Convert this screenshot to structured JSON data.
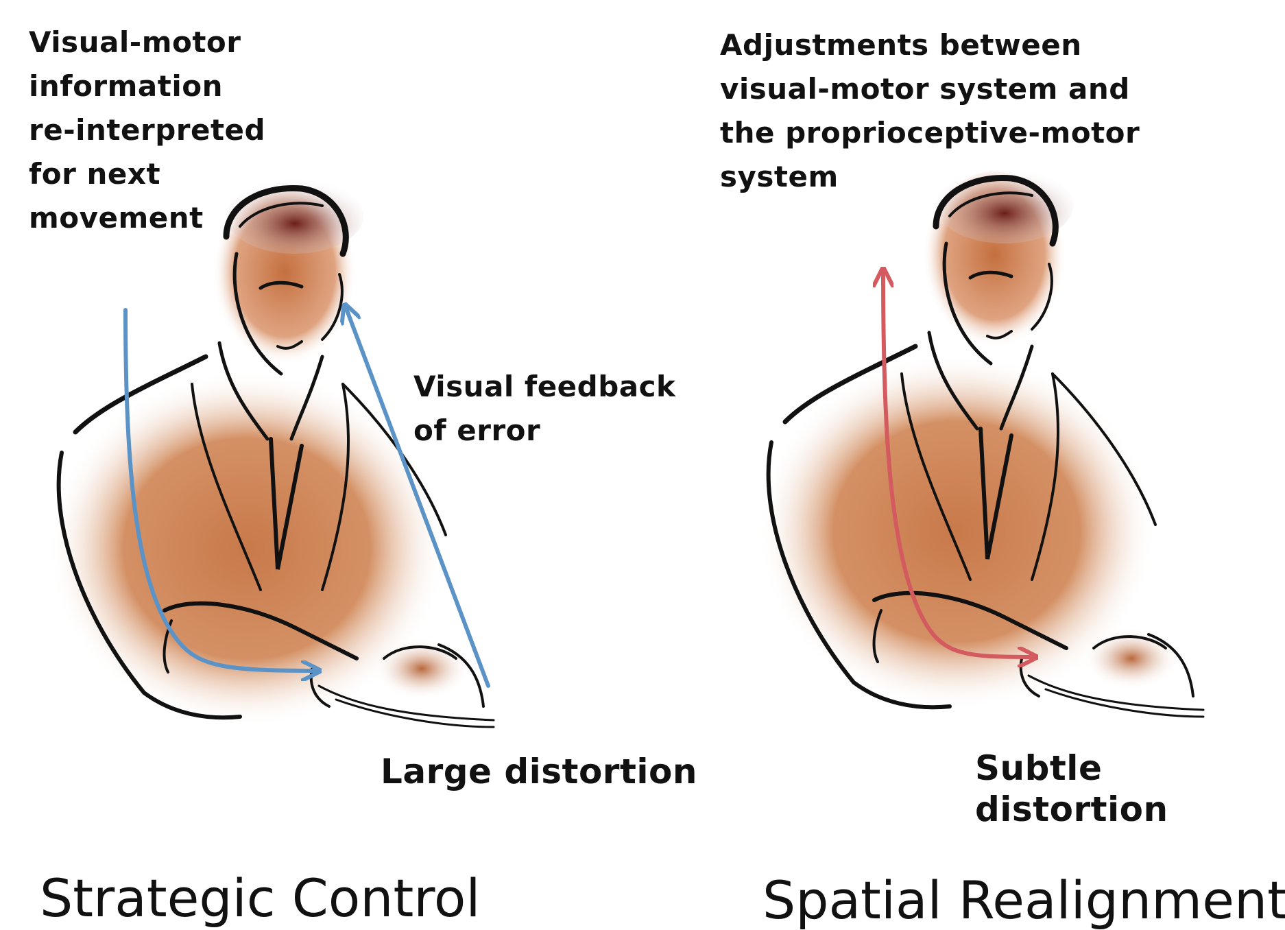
{
  "left_panel": {
    "annotation_top": "Visual-motor\ninformation\nre-interpreted\nfor next\nmovement",
    "annotation_side": "Visual feedback\nof error",
    "distortion_label": "Large distortion",
    "heading": "Strategic Control",
    "arrow_color": "#5b93c7"
  },
  "right_panel": {
    "annotation_top": "Adjustments between\nvisual-motor system and\nthe proprioceptive-motor\nsystem",
    "distortion_label": "Subtle distortion",
    "heading": "Spatial Realignment",
    "arrow_color": "#d35a5f"
  },
  "illustration": {
    "subject": "man-writing-at-desk",
    "skin_color": "#c8794a"
  }
}
